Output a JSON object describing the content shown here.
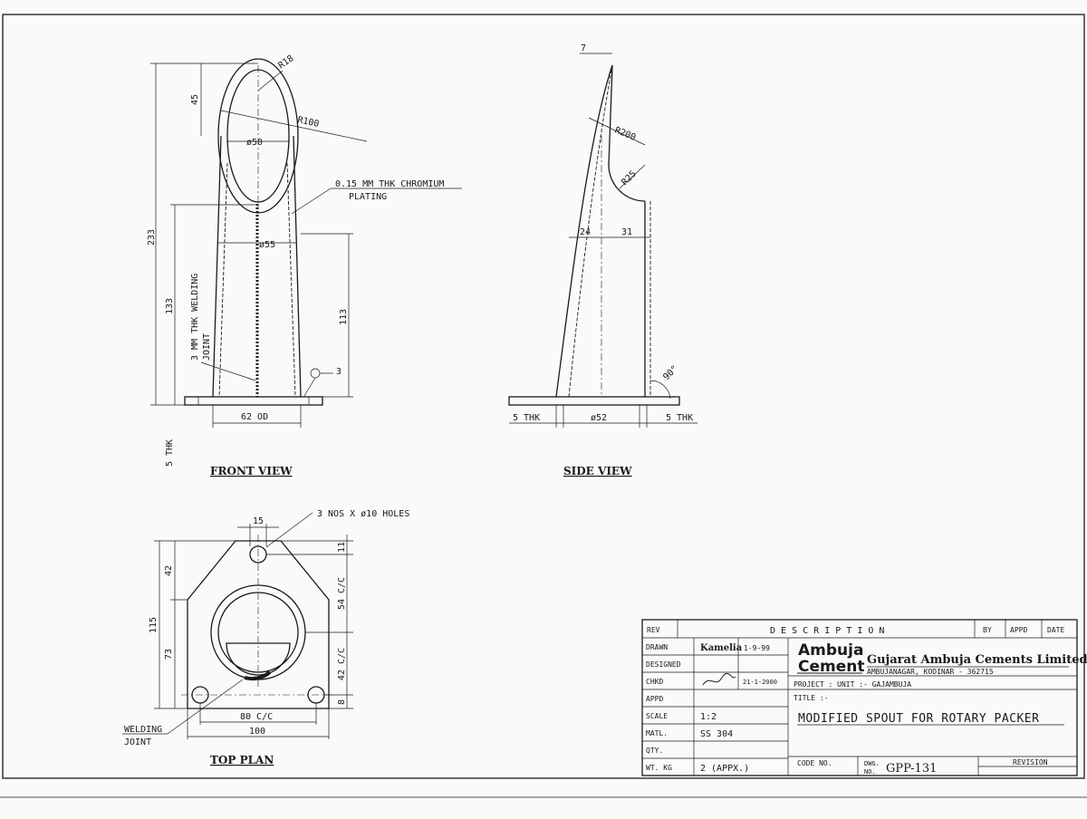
{
  "front_view": {
    "title": "FRONT VIEW",
    "dims": {
      "r18": "R18",
      "d45": "45",
      "r100": "R100",
      "d50": "ø50",
      "d55": "ø55",
      "d233": "233",
      "d133": "133",
      "d113": "113",
      "od62": "62 OD",
      "thk5": "5 THK"
    },
    "plating_note": "0.15 MM THK CHROMIUM",
    "plating_note_2": "PLATING",
    "weld_note": "3 MM THK WELDING",
    "weld_note_2": "JOINT",
    "weld_symbol": "3"
  },
  "side_view": {
    "title": "SIDE VIEW",
    "dims": {
      "d7": "7",
      "r200": "R200",
      "r25": "R25",
      "d24": "24",
      "d31": "31",
      "d52": "ø52",
      "thk_left": "5 THK",
      "thk_right": "5 THK",
      "angle": "90°"
    }
  },
  "top_plan": {
    "title": "TOP PLAN",
    "holes_note": "3 NOS X ø10 HOLES",
    "dims": {
      "d15": "15",
      "d11": "11",
      "d42a": "42",
      "d115": "115",
      "d73": "73",
      "cc54": "54 C/C",
      "cc42": "42 C/C",
      "d8": "8",
      "cc80": "80 C/C",
      "d100": "100"
    },
    "weld_note": "WELDING",
    "weld_note_2": "JOINT"
  },
  "title_block": {
    "rev_label": "REV",
    "description_label": "D E S C R I P T I O N",
    "by_label": "BY",
    "appd_label": "APPD",
    "date_label": "DATE",
    "rows": {
      "drawn": "DRAWN",
      "designed": "DESIGNED",
      "chkd": "CHKD",
      "appd": "APPD",
      "scale": "SCALE",
      "matl": "MATL.",
      "qty": "QTY.",
      "wt": "WT. KG"
    },
    "drawn_by": "Kamelia",
    "drawn_date": "1-9-99",
    "chkd_date": "21-1-2000",
    "scale": "1:2",
    "material": "SS 304",
    "weight": "2 (APPX.)",
    "logo_line1": "Ambuja",
    "logo_line2": "Cement",
    "company": "Gujarat Ambuja Cements Limited",
    "address": "AMBUJANAGAR, KODINAR - 362715",
    "project": "PROJECT : UNIT :- GAJAMBUJA",
    "title_label": "TITLE :-",
    "title": "MODIFIED SPOUT FOR ROTARY PACKER",
    "code_no_label": "CODE NO.",
    "dwg_label_1": "DWG.",
    "dwg_label_2": "NO.",
    "dwg_no": "GPP-131",
    "revision_label": "REVISION"
  }
}
